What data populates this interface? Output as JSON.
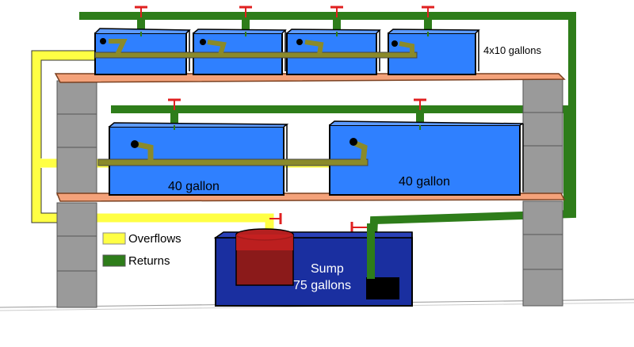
{
  "labels": {
    "top_tanks": "4x10 gallons",
    "left_tank": "40 gallon",
    "right_tank": "40 gallon",
    "sump_name": "Sump",
    "sump_capacity": "75 gallons"
  },
  "legend": {
    "overflows": "Overflows",
    "returns": "Returns"
  },
  "colors": {
    "overflow": "#ffff44",
    "return": "#2e7d1a",
    "tank_water": "#2f80ff",
    "shelf": "#f4a27a",
    "cinder_block": "#9a9a9a",
    "sump": "#1a2fa0",
    "reactor": "#8b1a1a",
    "valve": "#e02020",
    "return_pump": "#000000"
  },
  "icons": {
    "valve": "valve-icon",
    "pump": "return-pump-icon",
    "reactor": "reactor-canister-icon"
  }
}
